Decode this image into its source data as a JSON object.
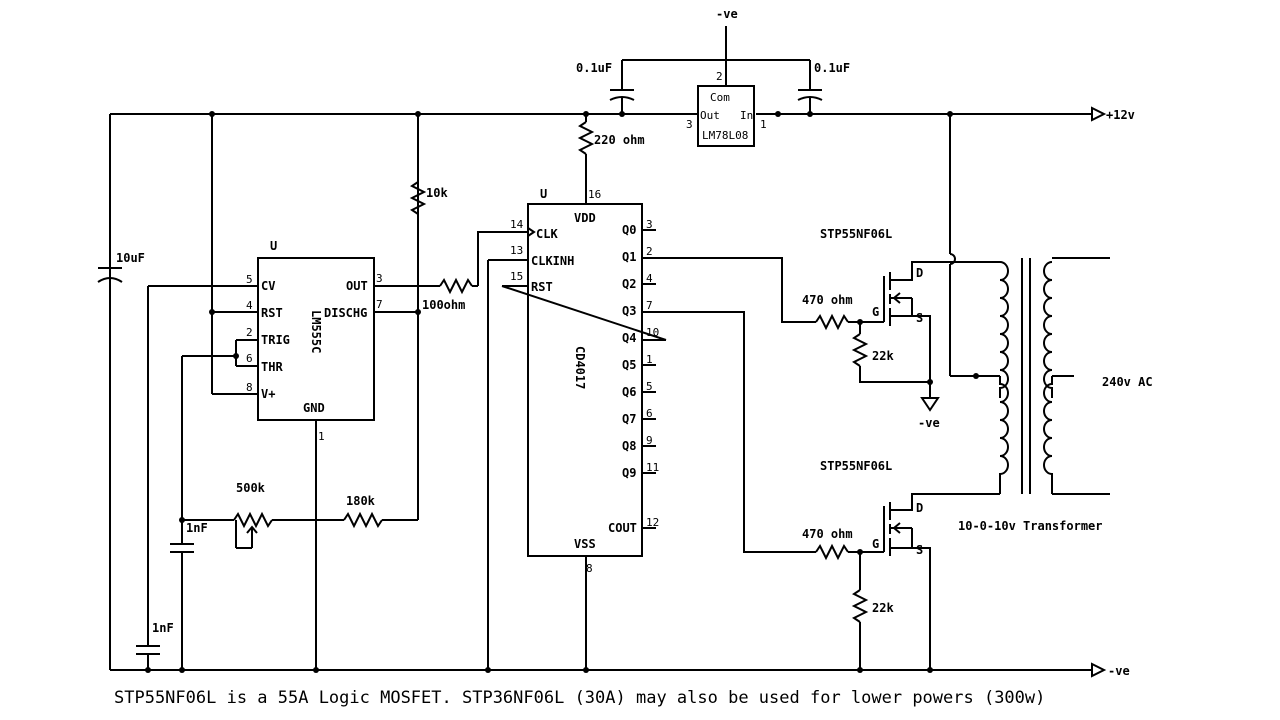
{
  "rails": {
    "plus12": "+12v",
    "neg": "-ve"
  },
  "regulator": {
    "name": "LM78L08",
    "com": "Com",
    "out": "Out",
    "in": "In",
    "pin_com": "2",
    "pin_out": "3",
    "pin_in": "1"
  },
  "caps": {
    "reg_left": "0.1uF",
    "reg_right": "0.1uF",
    "c10u": "10uF",
    "c1n_a": "1nF",
    "c1n_b": "1nF"
  },
  "resistors": {
    "r220": "220 ohm",
    "r10k": "10k",
    "r100": "100ohm",
    "r500k": "500k",
    "r180k": "180k",
    "r470a": "470 ohm",
    "r470b": "470 ohm",
    "r22ka": "22k",
    "r22kb": "22k"
  },
  "ic555": {
    "ref": "U",
    "name": "LM555C",
    "pins_left": [
      {
        "num": "5",
        "name": "CV"
      },
      {
        "num": "4",
        "name": "RST"
      },
      {
        "num": "2",
        "name": "TRIG"
      },
      {
        "num": "6",
        "name": "THR"
      },
      {
        "num": "8",
        "name": "V+"
      }
    ],
    "out": {
      "num": "3",
      "name": "OUT"
    },
    "disch": {
      "num": "7",
      "name": "DISCHG"
    },
    "gnd": {
      "num": "1",
      "name": "GND"
    }
  },
  "ic4017": {
    "ref": "U",
    "name": "CD4017",
    "vdd": {
      "num": "16",
      "name": "VDD"
    },
    "vss": {
      "num": "8",
      "name": "VSS"
    },
    "pins_left": [
      {
        "num": "14",
        "name": "CLK"
      },
      {
        "num": "13",
        "name": "CLKINH"
      },
      {
        "num": "15",
        "name": "RST"
      }
    ],
    "pins_right": [
      {
        "num": "3",
        "name": "Q0"
      },
      {
        "num": "2",
        "name": "Q1"
      },
      {
        "num": "4",
        "name": "Q2"
      },
      {
        "num": "7",
        "name": "Q3"
      },
      {
        "num": "10",
        "name": "Q4"
      },
      {
        "num": "1",
        "name": "Q5"
      },
      {
        "num": "5",
        "name": "Q6"
      },
      {
        "num": "6",
        "name": "Q7"
      },
      {
        "num": "9",
        "name": "Q8"
      },
      {
        "num": "11",
        "name": "Q9"
      }
    ],
    "cout": {
      "num": "12",
      "name": "COUT"
    }
  },
  "mosfets": {
    "top": {
      "name": "STP55NF06L",
      "d": "D",
      "g": "G",
      "s": "S"
    },
    "bottom": {
      "name": "STP55NF06L",
      "d": "D",
      "g": "G",
      "s": "S"
    }
  },
  "transformer": {
    "label": "10-0-10v Transformer",
    "ac": "240v AC"
  },
  "gnd_label": "-ve",
  "footnote": "STP55NF06L is a 55A Logic MOSFET. STP36NF06L (30A) may also be used for lower powers (300w)"
}
